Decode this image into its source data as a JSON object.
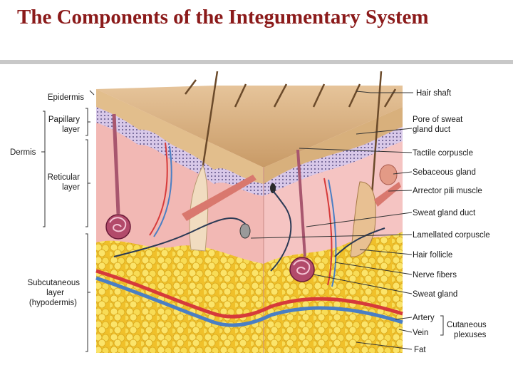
{
  "title": "The Components of the Integumentary System",
  "left_labels": {
    "epidermis": "Epidermis",
    "papillary": [
      "Papillary",
      "layer"
    ],
    "dermis": "Dermis",
    "reticular": [
      "Reticular",
      "layer"
    ],
    "subcutaneous": [
      "Subcutaneous",
      "layer",
      "(hypodermis)"
    ]
  },
  "right_labels": {
    "hair_shaft": "Hair shaft",
    "pore": [
      "Pore of sweat",
      "gland duct"
    ],
    "tactile": "Tactile corpuscle",
    "sebaceous": "Sebaceous gland",
    "arrector": "Arrector pili muscle",
    "sweat_duct": "Sweat gland duct",
    "lamellated": "Lamellated corpuscle",
    "hair_follicle": "Hair follicle",
    "nerve_fibers": "Nerve fibers",
    "sweat_gland": "Sweat gland",
    "artery": "Artery",
    "vein": "Vein",
    "cutaneous": [
      "Cutaneous",
      "plexuses"
    ],
    "fat": "Fat"
  },
  "colors": {
    "title": "#8b1a1a",
    "epidermis": "#e8c89a",
    "dermis": "#f2b8b4",
    "fat": "#f5d63c",
    "artery": "#d63a3a",
    "vein": "#4a7fc4",
    "nerve": "#2b3a55"
  }
}
